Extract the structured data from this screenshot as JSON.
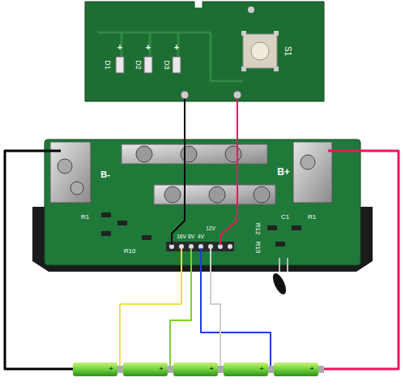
{
  "diagram": {
    "labels": [
      "D1",
      "D2",
      "D3",
      "S1",
      "+",
      "+",
      "+",
      "B-",
      "B+",
      "16V",
      "8V",
      "4V",
      "12V",
      "R1",
      "R10",
      "C1",
      "R12",
      "R1",
      "R15",
      "+",
      "+",
      "+",
      "+",
      "+"
    ]
  }
}
